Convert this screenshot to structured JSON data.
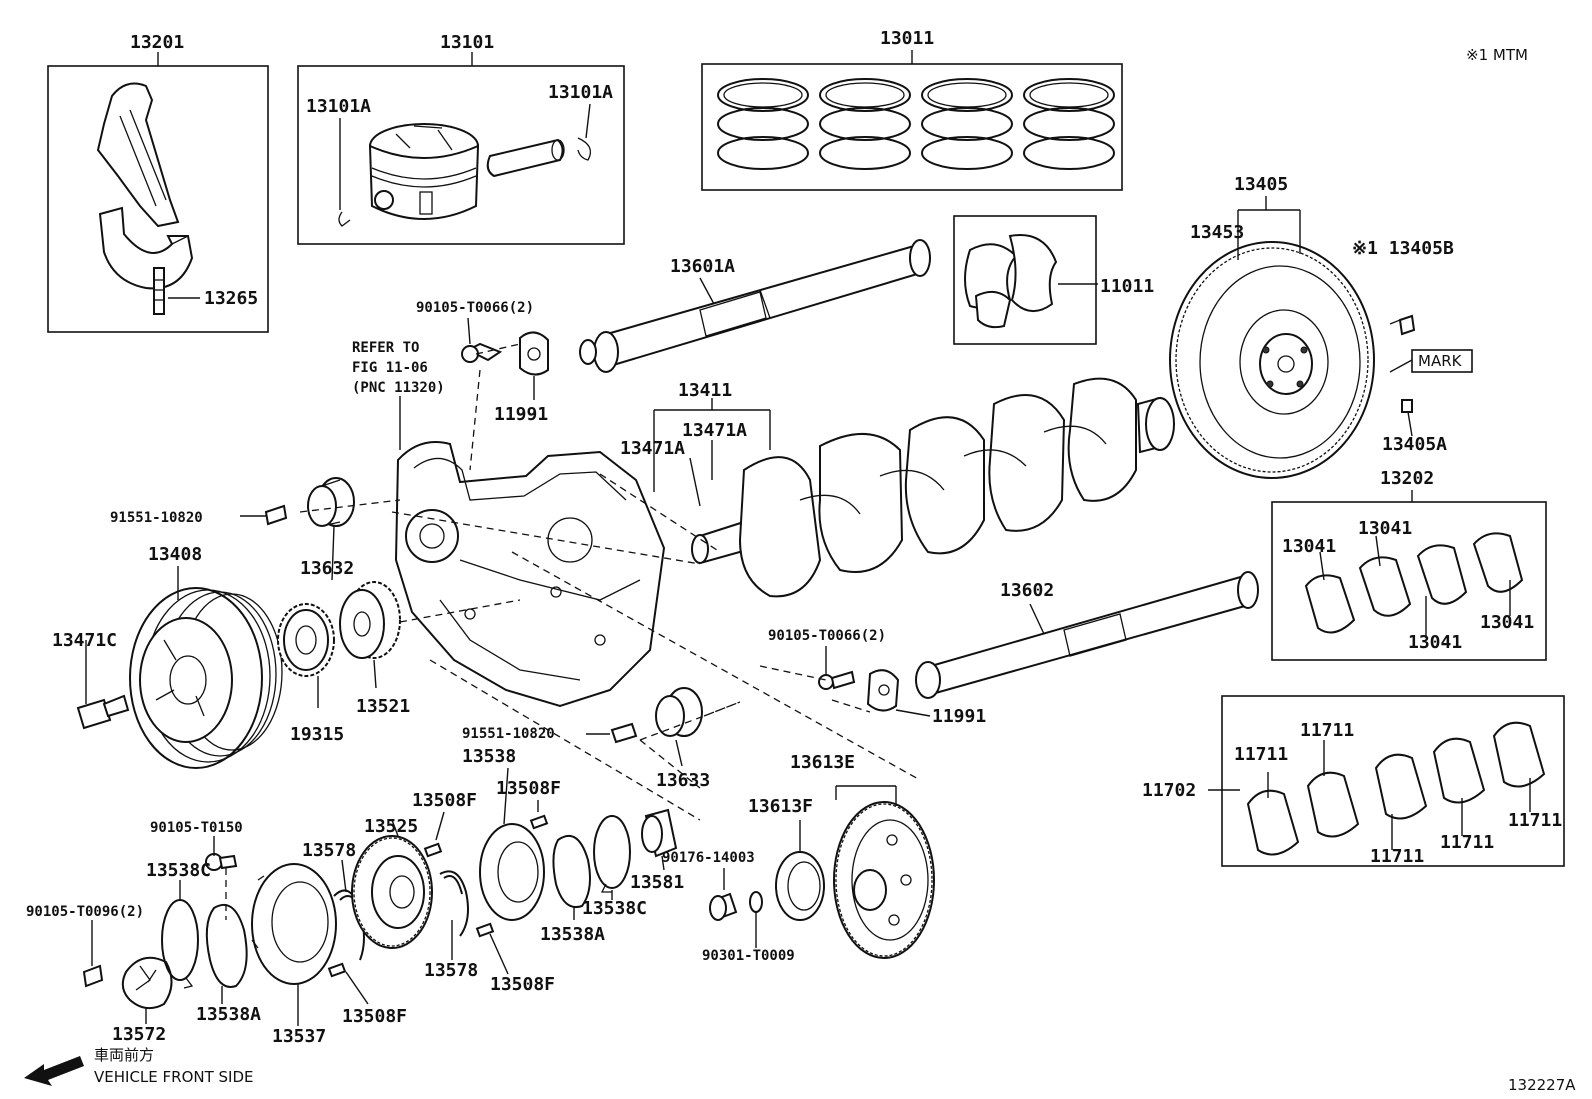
{
  "notes": {
    "mtm_note": "※1 MTM",
    "refer_line1": "REFER TO",
    "refer_line2": "FIG 11-06",
    "refer_line3": "(PNC 11320)",
    "mark_label": "MARK",
    "direction_jp": "車両前方",
    "direction_en": "VEHICLE FRONT SIDE",
    "figure_id": "132227A"
  },
  "labels": {
    "l13201": "13201",
    "l13101": "13101",
    "l13011": "13011",
    "l13101A_left": "13101A",
    "l13101A_right": "13101A",
    "l13265": "13265",
    "l13405": "13405",
    "l13453": "13453",
    "l13405B": "※1 13405B",
    "l13601A": "13601A",
    "l11011": "11011",
    "l90105_T0066_top": "90105-T0066(2)",
    "l11991_top": "11991",
    "l13411": "13411",
    "l13471A_right": "13471A",
    "l13471A_left": "13471A",
    "l13405A": "13405A",
    "l13202": "13202",
    "l91551_10820_top": "91551-10820",
    "l13632": "13632",
    "l13408": "13408",
    "l13041_a": "13041",
    "l13041_b": "13041",
    "l13041_c": "13041",
    "l13041_d": "13041",
    "l13602": "13602",
    "l13471C": "13471C",
    "l90105_T0066_mid": "90105-T0066(2)",
    "l19315": "19315",
    "l13521": "13521",
    "l11991_mid": "11991",
    "l91551_10820_mid": "91551-10820",
    "l11711_a": "11711",
    "l11711_b": "11711",
    "l13538": "13538",
    "l13633": "13633",
    "l13613E": "13613E",
    "l11702": "11702",
    "l13508F_a": "13508F",
    "l13508F_b": "13508F",
    "l11711_c": "11711",
    "l11711_d": "11711",
    "l11711_e": "11711",
    "l13613F": "13613F",
    "l90105_T0150": "90105-T0150",
    "l13525": "13525",
    "l13578_a": "13578",
    "l90176_14003": "90176-14003",
    "l13538C_a": "13538C",
    "l13581": "13581",
    "l13538C_b": "13538C",
    "l90105_T0096": "90105-T0096(2)",
    "l13538A_a": "13538A",
    "l13578_b": "13578",
    "l13508F_c": "13508F",
    "l90301_T0009": "90301-T0009",
    "l13572": "13572",
    "l13538A_b": "13538A",
    "l13508F_d": "13508F",
    "l13537": "13537"
  }
}
